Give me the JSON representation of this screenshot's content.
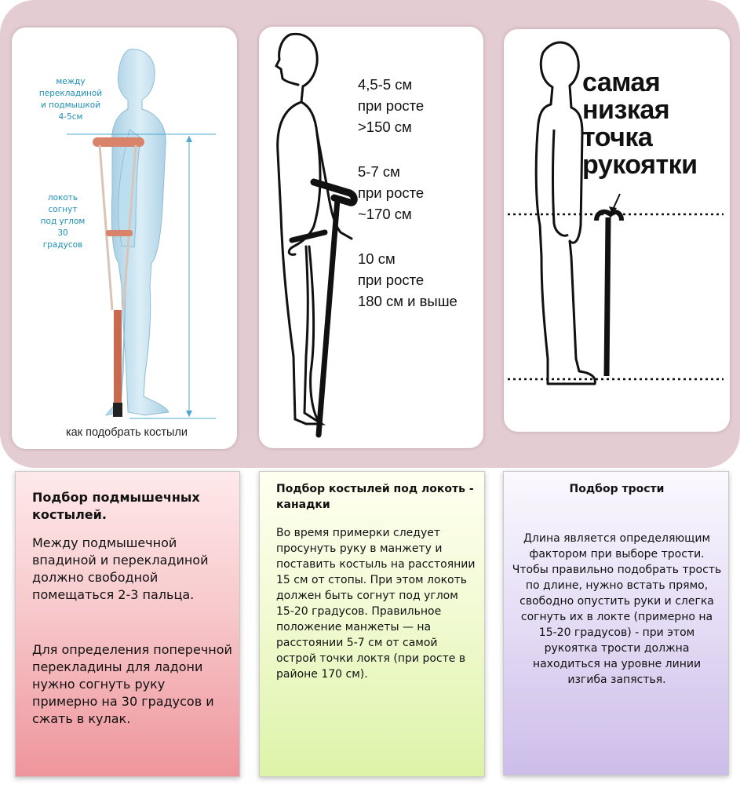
{
  "panel_left": {
    "annotation_top": "между\nперекладиной\nи подмышкой\n4-5см",
    "annotation_mid": "локоть\nсогнут\nпод углом\n30\nградусов",
    "caption": "как подобрать костыли"
  },
  "panel_middle": {
    "spec_1": "4,5-5 см\nпри росте\n>150 см",
    "spec_2": "5-7 см\nпри росте\n~170 см",
    "spec_3": "10 см\nпри росте\n180 см и выше"
  },
  "panel_right": {
    "title": "самая\nнизкая\nточка\nрукоятки"
  },
  "cards": {
    "axillary": {
      "title": "Подбор подмышечных костылей.",
      "para_1": " Между подмышечной впадиной и перекладиной должно свободной помещаться 2-3 пальца.",
      "para_2": " Для определения поперечной перекладины для ладони нужно согнуть руку  примерно на 30 градусов и сжать в кулак."
    },
    "forearm": {
      "title": "Подбор костылей под локоть - канадки",
      "body": "Во время примерки следует просунуть руку в манжету и поставить костыль на расстоянии 15 см от стопы. При этом локоть должен быть согнут под углом 15-20 градусов. Правильное положение манжеты — на расстоянии 5-7 см от самой острой точки локтя (при росте в районе 170 см)."
    },
    "cane": {
      "title": "Подбор трости",
      "body": "Длина является определяющим фактором при выборе трости. Чтобы правильно подобрать трость по длине, нужно встать прямо, свободно опустить руки и слегка согнуть их в локте (примерно на 15-20 градусов) - при этом рукоятка трости должна находиться на уровне линии изгиба запястья."
    }
  },
  "colors": {
    "band": "#e3cdd2",
    "annotation": "#1c8fb6",
    "body_fill": "#c8e2ef",
    "crutch": "#d9846a"
  }
}
